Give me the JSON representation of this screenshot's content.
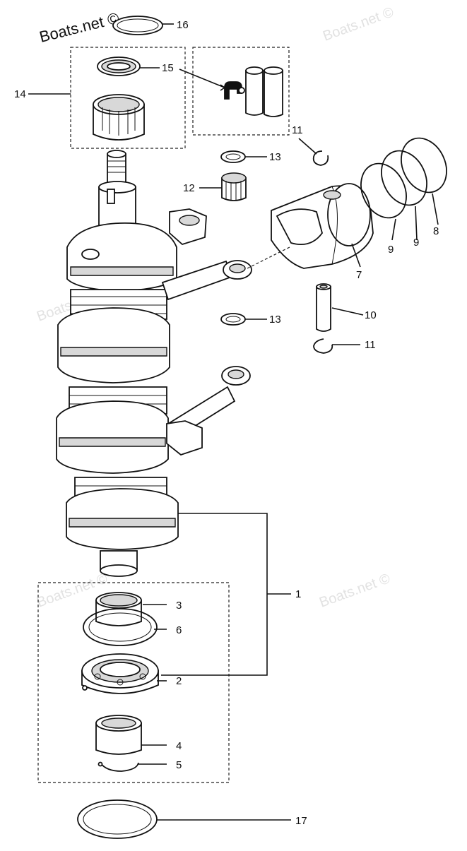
{
  "brand": {
    "logo_text": "Boats.net ©"
  },
  "watermarks": [
    "Boats.net ©",
    "Boats.net ©",
    "Boats.net ©",
    "Boats.net ©"
  ],
  "callouts": {
    "c1": "1",
    "c2": "2",
    "c3": "3",
    "c4": "4",
    "c5": "5",
    "c6": "6",
    "c7": "7",
    "c8": "8",
    "c9a": "9",
    "c9b": "9",
    "c10": "10",
    "c11a": "11",
    "c11b": "11",
    "c12": "12",
    "c13a": "13",
    "c13b": "13",
    "c14": "14",
    "c15": "15",
    "c16": "16",
    "c17": "17"
  }
}
